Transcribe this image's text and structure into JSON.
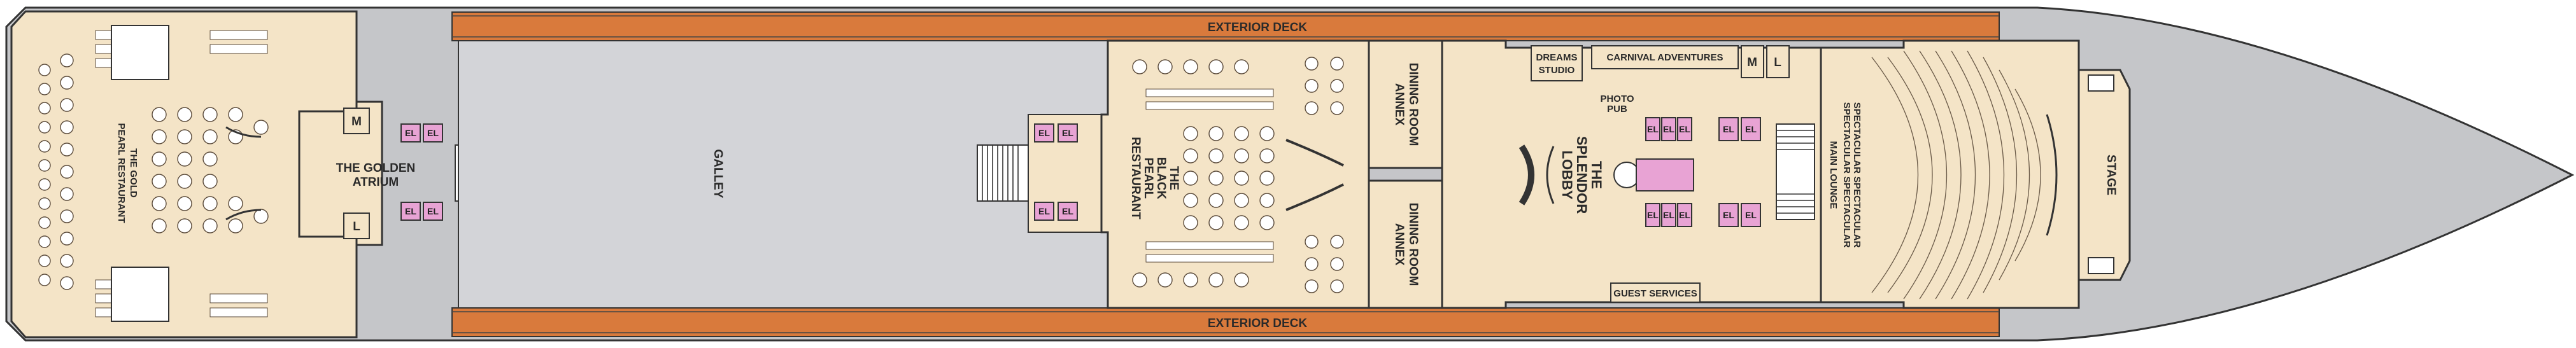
{
  "deck_plan": {
    "colors": {
      "hull": "#c5c6c9",
      "interior": "#f4e4c7",
      "galley": "#d3d4d8",
      "exterior_deck": "#d97a3c",
      "elevator": "#e8a3d4",
      "outline": "#333333"
    },
    "labels": {
      "exterior_deck_top": "EXTERIOR DECK",
      "exterior_deck_bottom": "EXTERIOR DECK",
      "golden_pearl_l1": "THE GOLD",
      "golden_pearl_l2": "PEARL RESTAURANT",
      "golden_atrium_l1": "THE GOLDEN",
      "golden_atrium_l2": "ATRIUM",
      "galley": "GALLEY",
      "black_pearl_l1": "THE",
      "black_pearl_l2": "BLACK",
      "black_pearl_l3": "PEARL",
      "black_pearl_l4": "RESTAURANT",
      "dining_annex_top_l1": "DINING ROOM",
      "dining_annex_top_l2": "ANNEX",
      "dining_annex_bottom_l1": "DINING ROOM",
      "dining_annex_bottom_l2": "ANNEX",
      "dreams_studio_l1": "DREAMS",
      "dreams_studio_l2": "STUDIO",
      "carnival_adventures": "CARNIVAL ADVENTURES",
      "splendor_lobby_l1": "THE",
      "splendor_lobby_l2": "SPLENDOR",
      "splendor_lobby_l3": "LOBBY",
      "guest_services": "GUEST SERVICES",
      "main_lounge": "MAIN LOUNGE",
      "spectacular_l1": "SPECTACULAR SPECTACULAR",
      "spectacular_l2": "SPECTACULAR SPECTACULAR",
      "stage": "STAGE",
      "restroom_m": "M",
      "restroom_l": "L",
      "photo": "PHOTO",
      "pub": "PUB"
    },
    "elevator_label": "EL"
  }
}
